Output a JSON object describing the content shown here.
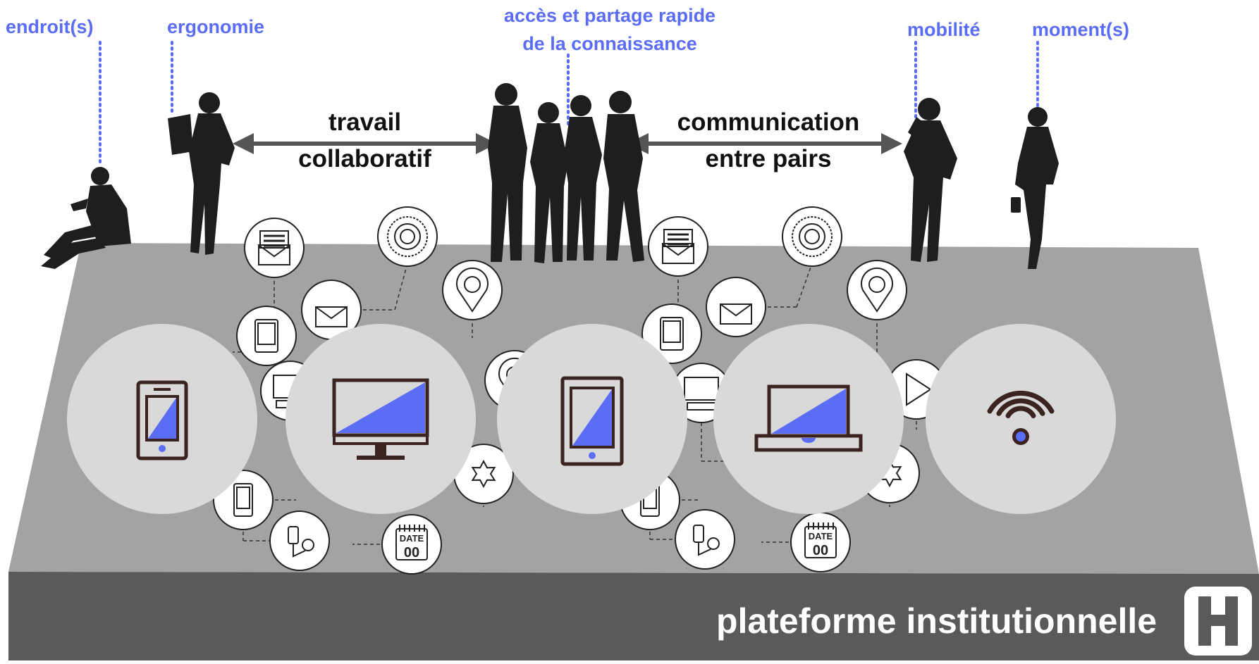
{
  "labels": {
    "endroits": "endroit(s)",
    "ergonomie": "ergonomie",
    "acces_line1": "accès et partage rapide",
    "acces_line2": "de la connaissance",
    "mobilite": "mobilité",
    "moments": "moment(s)"
  },
  "arrows": {
    "left_line1": "travail",
    "left_line2": "collaboratif",
    "right_line1": "communication",
    "right_line2": "entre pairs"
  },
  "footer": {
    "title": "plateforme institutionnelle",
    "logo_letter": "H"
  },
  "devices": [
    "smartphone-icon",
    "desktop-monitor-icon",
    "tablet-icon",
    "laptop-icon",
    "wifi-icon"
  ],
  "network_icons": [
    "document-icon",
    "settings-gear-icon",
    "envelope-icon",
    "location-pin-icon",
    "tablet-small-icon",
    "monitor-small-icon",
    "star-icon",
    "phone-small-icon",
    "usb-key-icon",
    "calendar-icon",
    "play-icon"
  ],
  "calendar_text": {
    "top": "DATE",
    "num": "00"
  },
  "colors": {
    "accent_blue": "#5b6cf5",
    "platform_top": "#a3a3a3",
    "platform_front": "#5a5a5a",
    "device_circle": "#d9d9d9",
    "device_line": "#3b2420",
    "silhouette": "#1e1e1e"
  }
}
